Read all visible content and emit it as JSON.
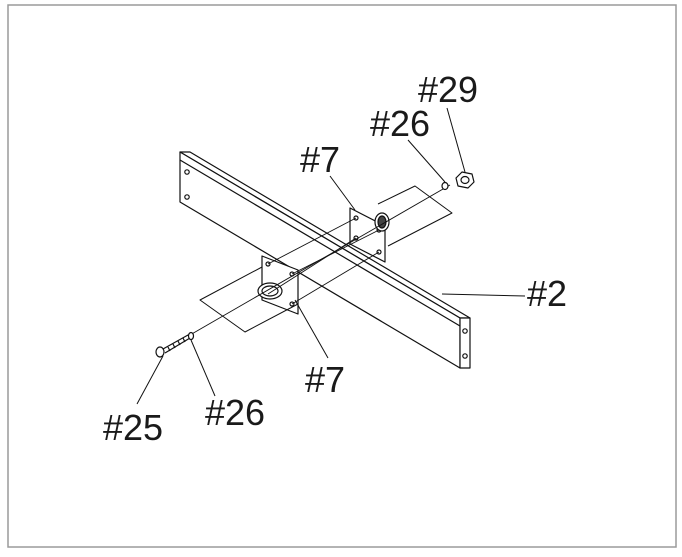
{
  "diagram": {
    "labels": {
      "nut_29": "#29",
      "washer_26_top": "#26",
      "plate_7_top": "#7",
      "beam_2": "#2",
      "plate_7_bottom": "#7",
      "bolt_25": "#25",
      "washer_26_bottom": "#26"
    }
  }
}
